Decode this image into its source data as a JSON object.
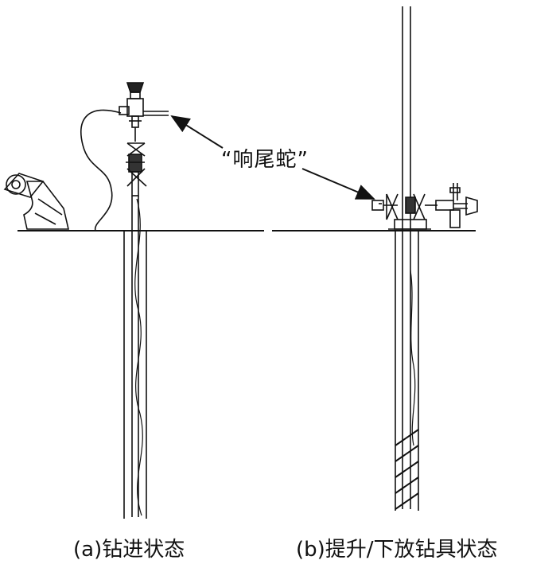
{
  "callout": "“响尾蛇”",
  "captions": {
    "a": "(a)钻进状态",
    "b": "(b)提升/下放钻具状态"
  },
  "colors": {
    "ink": "#111111",
    "bg": "#ffffff"
  }
}
